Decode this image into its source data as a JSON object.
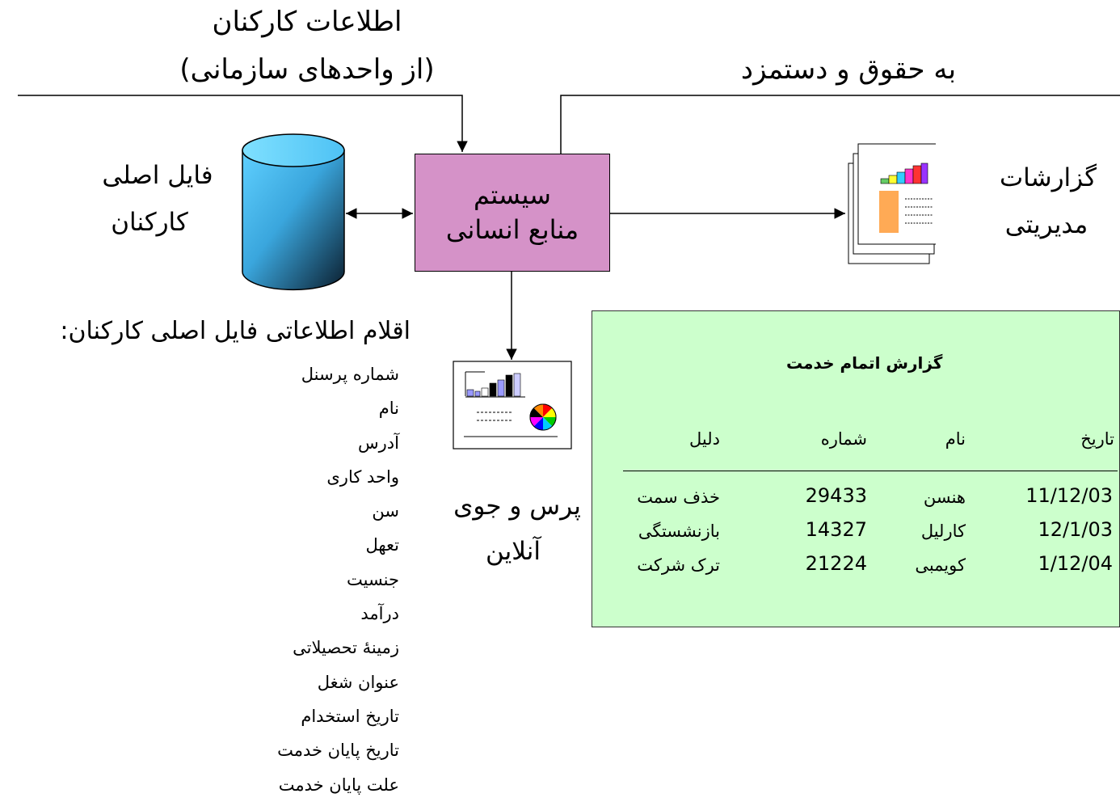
{
  "inputs": {
    "employee_info_line1": "اطلاعات کارکنان",
    "employee_info_line2": "(از واحدهای سازمانی)",
    "payroll": "به حقوق و دستمزد"
  },
  "master_file": {
    "line1": "فایل اصلی",
    "line2": "کارکنان",
    "colors": {
      "top": "#5fd0ff",
      "body_dark": "#0b1e2e"
    }
  },
  "hr_system": {
    "line1": "سیستم",
    "line2": "منابع انسانی",
    "color": "#d592c8"
  },
  "management_reports": {
    "line1": "گزارشات",
    "line2": "مدیریتی"
  },
  "online_query": {
    "line1": "پرس و جوی",
    "line2": "آنلاین"
  },
  "fields": {
    "title": "اقلام اطلاعاتی فایل اصلی کارکنان:",
    "items": [
      "شماره پرسنل",
      "نام",
      "آدرس",
      "واحد کاری",
      "سن",
      "تعهل",
      "جنسیت",
      "درآمد",
      "زمینۀ تحصیلاتی",
      "عنوان شغل",
      "تاریخ استخدام",
      "تاریخ پایان خدمت",
      "علت پایان خدمت"
    ]
  },
  "termination_report": {
    "title": "گزارش اتمام خدمت",
    "headers": {
      "date": "تاریخ",
      "name": "نام",
      "number": "شماره",
      "reason": "دلیل"
    },
    "rows": [
      {
        "date": "11/12/03",
        "name": "هنسن",
        "number": "29433",
        "reason": "خذف سمت"
      },
      {
        "date": "12/1/03",
        "name": "کارلیل",
        "number": "14327",
        "reason": "بازنشستگی"
      },
      {
        "date": "1/12/04",
        "name": "کویمبی",
        "number": "21224",
        "reason": "ترک شرکت"
      }
    ],
    "color": "#ccffcc"
  }
}
